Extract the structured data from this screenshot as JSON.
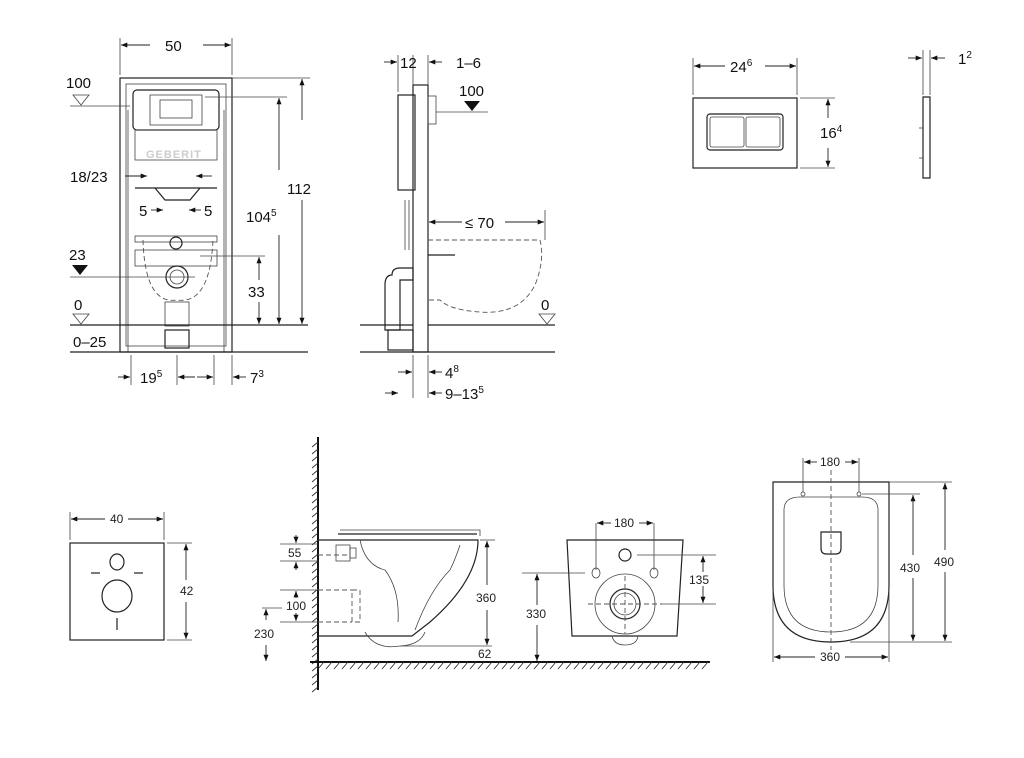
{
  "frame_front": {
    "width": "50",
    "level_top": "100",
    "flush_spacing": "18/23",
    "left_offset": "5",
    "right_offset": "5",
    "height_total": "112",
    "height_actuator": {
      "base": "104",
      "sup": "5"
    },
    "level_bowl": "23",
    "outlet_height": "33",
    "level_floor": "0",
    "floor_adjust": "0–25",
    "leg_spacing": {
      "base": "19",
      "sup": "5"
    },
    "side_offset": {
      "base": "7",
      "sup": "3"
    },
    "brand": "GEBERIT"
  },
  "frame_side": {
    "depth": "12",
    "depth_adjust": "1–6",
    "level_top": "100",
    "bowl_projection": "≤ 70",
    "level_floor": "0",
    "wall_gap": {
      "base": "4",
      "sup": "8"
    },
    "wall_thickness": {
      "base": "9–13",
      "sup": "5"
    }
  },
  "flush_plate": {
    "width": {
      "base": "24",
      "sup": "6"
    },
    "height": {
      "base": "16",
      "sup": "4"
    },
    "thickness": {
      "base": "1",
      "sup": "2"
    }
  },
  "sound_pad": {
    "width": "40",
    "height": "42"
  },
  "bowl_side": {
    "inlet": "55",
    "bolt_spacing": "100",
    "bolt_height": "230",
    "height": "360",
    "bottom": "62"
  },
  "bowl_rear": {
    "bolt_spacing": "180",
    "pipe_offset": "135",
    "bolt_height": "330"
  },
  "bowl_top": {
    "bolt_spacing": "180",
    "seat_length": "430",
    "length": "490",
    "width": "360"
  }
}
